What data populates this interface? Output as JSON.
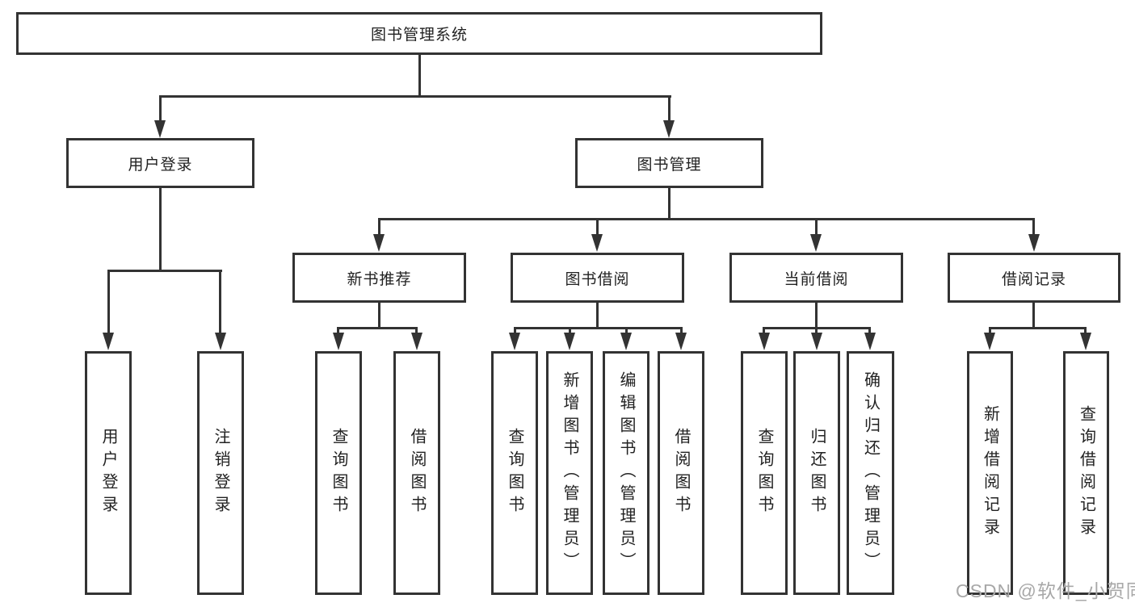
{
  "nodes": {
    "root": "图书管理系统",
    "user_login": "用户登录",
    "book_mgmt": "图书管理",
    "new_book": "新书推荐",
    "book_borrow": "图书借阅",
    "current_borrow": "当前借阅",
    "borrow_record": "借阅记录",
    "leaf_user_login": "用户登录",
    "leaf_logout": "注销登录",
    "leaf_nb_query": "查询图书",
    "leaf_nb_borrow": "借阅图书",
    "leaf_bb_query": "查询图书",
    "leaf_bb_add": "新增图书（管理员）",
    "leaf_bb_edit": "编辑图书（管理员）",
    "leaf_bb_borrow": "借阅图书",
    "leaf_cb_query": "查询图书",
    "leaf_cb_return": "归还图书",
    "leaf_cb_confirm": "确认归还（管理员）",
    "leaf_br_add": "新增借阅记录",
    "leaf_br_query": "查询借阅记录"
  },
  "hierarchy": [
    {
      "parent": "图书管理系统",
      "children": [
        "用户登录",
        "图书管理"
      ]
    },
    {
      "parent": "用户登录",
      "children": [
        "用户登录",
        "注销登录"
      ]
    },
    {
      "parent": "图书管理",
      "children": [
        "新书推荐",
        "图书借阅",
        "当前借阅",
        "借阅记录"
      ]
    },
    {
      "parent": "新书推荐",
      "children": [
        "查询图书",
        "借阅图书"
      ]
    },
    {
      "parent": "图书借阅",
      "children": [
        "查询图书",
        "新增图书（管理员）",
        "编辑图书（管理员）",
        "借阅图书"
      ]
    },
    {
      "parent": "当前借阅",
      "children": [
        "查询图书",
        "归还图书",
        "确认归还（管理员）"
      ]
    },
    {
      "parent": "借阅记录",
      "children": [
        "新增借阅记录",
        "查询借阅记录"
      ]
    }
  ],
  "watermark": "CSDN @软件_小贺同学",
  "colors": {
    "line": "#333333",
    "text": "#222222",
    "watermark": "#a8a8a8",
    "bg": "#ffffff"
  }
}
